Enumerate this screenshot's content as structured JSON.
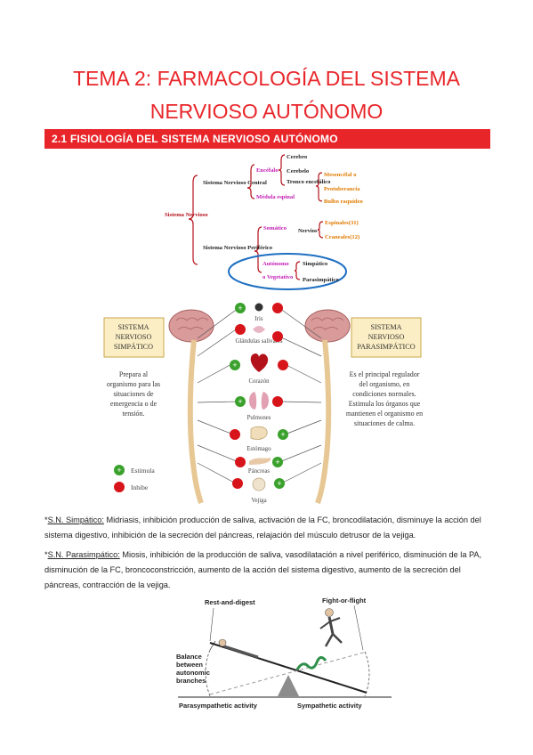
{
  "header": {
    "title_line1": "TEMA 2: FARMACOLOGÍA DEL SISTEMA",
    "title_line2": "NERVIOSO AUTÓNOMO",
    "section": "2.1 FISIOLOGÍA DEL SISTEMA NERVIOSO AUTÓNOMO"
  },
  "tree": {
    "root": "Sistema Nervioso",
    "central": "Sistema Nervioso Central",
    "periferico": "Sistema Nervioso Periférico",
    "encefalo": "Encéfalo",
    "medula": "Médula espinal",
    "cerebro": "Cerebro",
    "cerebelo": "Cerebelo",
    "tronco": "Tronco encefálico",
    "mesencefalo": "Mesencéfal o",
    "protuberancia": "Protuberancia",
    "bulbo": "Bulbo raquídeo",
    "somatico": "Somático",
    "nervios": "Nervios",
    "espinales": "Espinales(31)",
    "craneales": "Craneales(12)",
    "autonomo": "Autónomo",
    "vegetativo": "o Vegetativo",
    "simpatico": "Simpático",
    "parasimpatico": "Parasimpático"
  },
  "figure": {
    "left_box": [
      "SISTEMA",
      "NERVIOSO",
      "SIMPÁTICO"
    ],
    "right_box": [
      "SISTEMA",
      "NERVIOSO",
      "PARASIMPÁTICO"
    ],
    "left_text": [
      "Prepara al",
      "organismo para las",
      "situaciones de",
      "emergencia o de",
      "tensión."
    ],
    "right_text": [
      "Es el principal regulador",
      "del organismo, en",
      "condiciones normales.",
      "Estimula los órganos que",
      "mantienen el organismo en",
      "situaciones de calma."
    ],
    "organs": [
      "Iris",
      "Glándulas salivares",
      "Corazón",
      "Pulmones",
      "Estómago",
      "Páncreas",
      "Vejiga"
    ],
    "legend_stimulate": "Estimula",
    "legend_inhibit": "Inhibe",
    "colors": {
      "stimulate": "#3aa12c",
      "inhibit": "#d7141a",
      "box": "#fbeec4"
    }
  },
  "notes": {
    "simp_label": "S.N. Simpático:",
    "simp_text": " Midriasis, inhibición producción de saliva, activación de la FC, broncodilatación, disminuye la acción del sistema digestivo, inhibición de la secreción del páncreas, relajación del músculo detrusor de la vejiga.",
    "para_label": "S.N. Parasimpático:",
    "para_text": " Miosis, inhibición de la producción de saliva, vasodilatación a nivel periférico, disminución de la PA, disminución de la FC, broncoconstricción, aumento de la acción del sistema digestivo, aumento de la secreción del páncreas, contracción de la vejiga."
  },
  "balance": {
    "rest": "Rest-and-digest",
    "fight": "Fight-or-flight",
    "balance_label": [
      "Balance",
      "between",
      "autonomic",
      "branches"
    ],
    "para_activity": "Parasympathetic activity",
    "simp_activity": "Sympathetic activity"
  }
}
